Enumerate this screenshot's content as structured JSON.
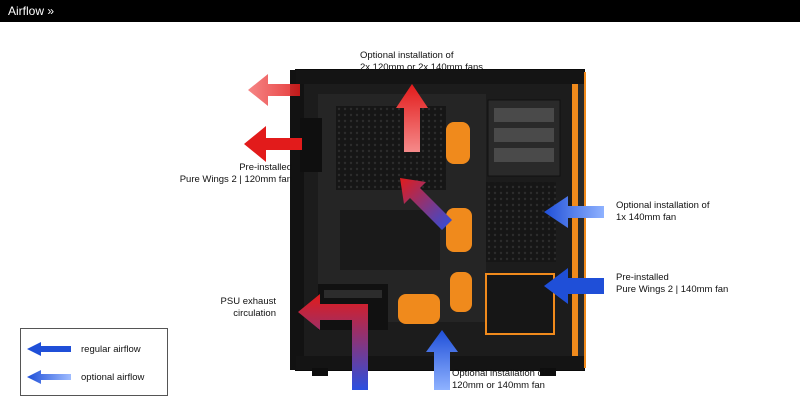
{
  "header": {
    "title": "Airflow »"
  },
  "callouts": {
    "top_fans": [
      "Optional installation of",
      "2x 120mm or 2x 140mm fans"
    ],
    "rear_fan": [
      "Pre-installed",
      "Pure Wings 2 | 120mm fan"
    ],
    "front_top_fan": [
      "Optional installation of",
      "1x 140mm fan"
    ],
    "front_bottom_fan": [
      "Pre-installed",
      "Pure Wings 2 | 140mm fan"
    ],
    "psu": [
      "PSU exhaust",
      "circulation"
    ],
    "bottom_fan": [
      "Optional installation of",
      "120mm or 140mm fan"
    ]
  },
  "legend": {
    "regular": "regular airflow",
    "optional": "optional airflow"
  },
  "colors": {
    "header_bg": "#000000",
    "red_arrow": "#e21b1b",
    "blue_arrow": "#1f4fd8",
    "orange_accent": "#f08a1c",
    "case_body": "#1c1c1c"
  },
  "icons": {
    "regular": "solid-arrow-left-icon",
    "optional": "dashed-arrow-left-icon"
  }
}
